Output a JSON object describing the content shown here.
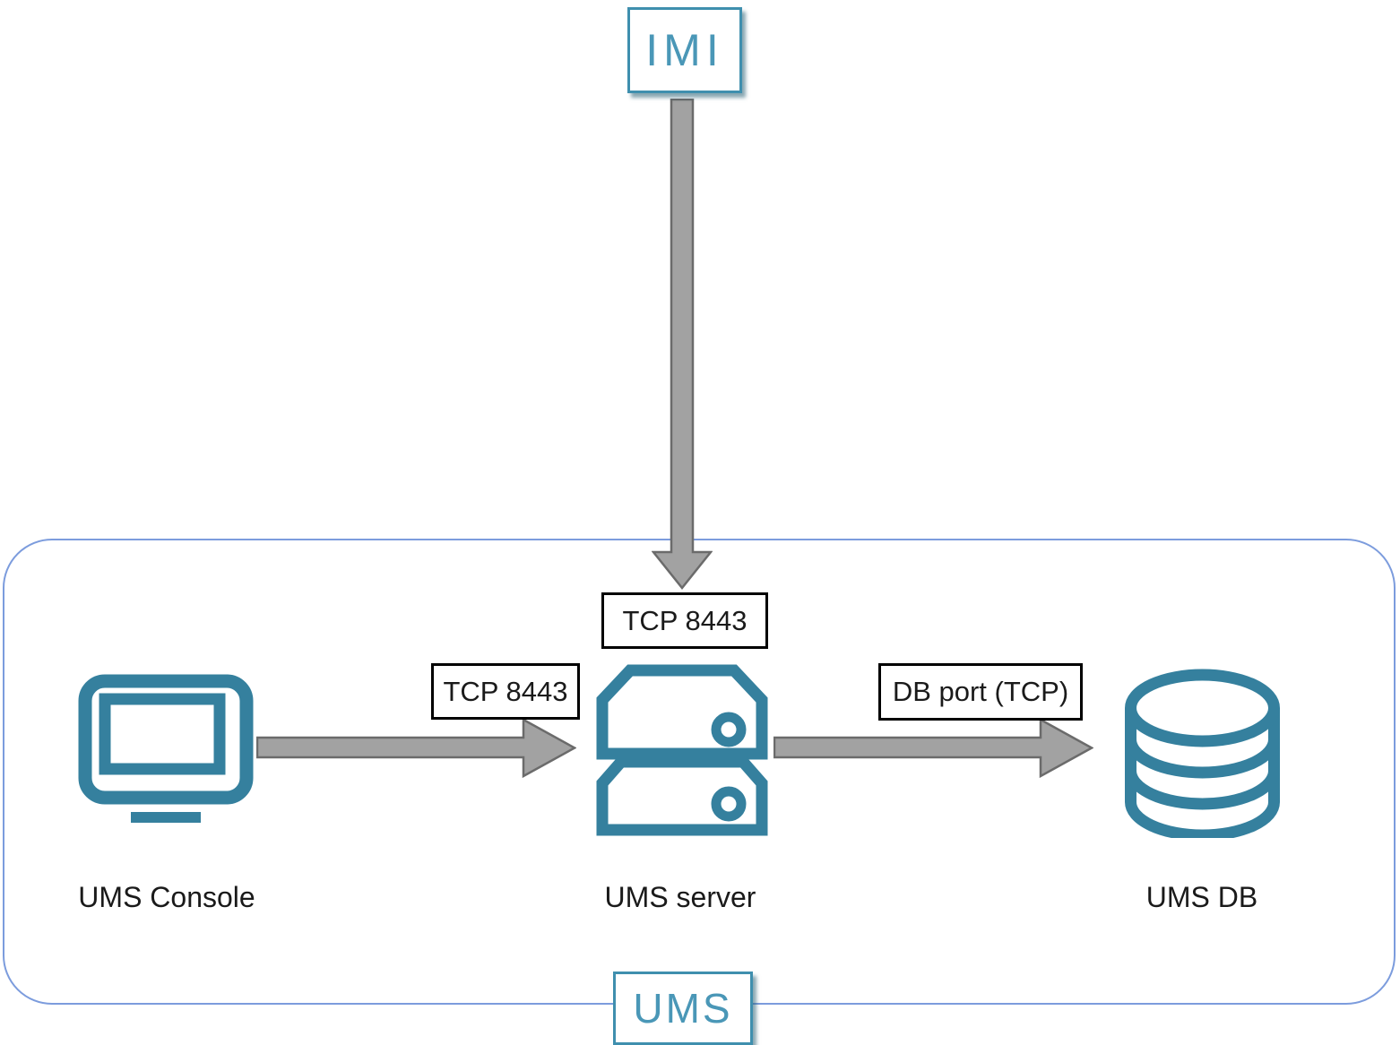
{
  "colors": {
    "teal": "#35809E",
    "teal_text": "#4A97B7",
    "group_border": "#7C9CDD",
    "arrow_fill": "#A2A2A2",
    "arrow_outline": "#6B6B6B",
    "label_border": "#000000",
    "label_text": "#1A1A1A"
  },
  "nodes": {
    "imi": {
      "label": "IMI"
    },
    "console": {
      "label": "UMS Console",
      "icon": "monitor-icon"
    },
    "server": {
      "label": "UMS server",
      "icon": "server-stack-icon"
    },
    "db": {
      "label": "UMS DB",
      "icon": "database-cylinder-icon"
    },
    "group": {
      "label": "UMS"
    }
  },
  "edges": {
    "imi_to_server": {
      "from": "IMI",
      "to": "UMS server",
      "label": "TCP 8443",
      "direction": "down"
    },
    "console_to_server": {
      "from": "UMS Console",
      "to": "UMS server",
      "label": "TCP 8443",
      "direction": "right"
    },
    "server_to_db": {
      "from": "UMS server",
      "to": "UMS DB",
      "label": "DB port (TCP)",
      "direction": "right"
    }
  }
}
